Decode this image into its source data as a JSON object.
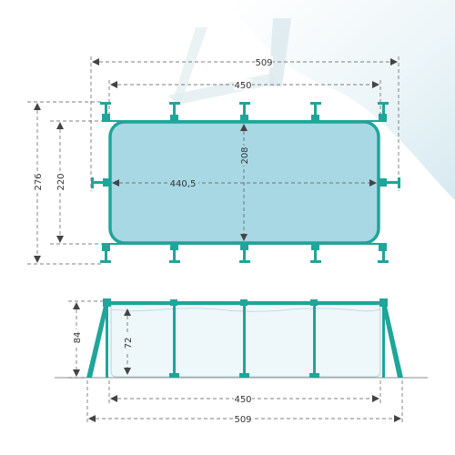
{
  "colors": {
    "frame": "#1fa59a",
    "water": "#a8d8e4",
    "background_tint": "#d7ecf2",
    "dimension_line": "#555555"
  },
  "top_view": {
    "outer_length": "509",
    "inner_length": "450",
    "outer_width": "276",
    "inner_width": "220",
    "pool_length": "440,5",
    "pool_width": "208"
  },
  "side_view": {
    "outer_height": "84",
    "inner_height": "72",
    "inner_length": "450",
    "outer_length": "509"
  }
}
